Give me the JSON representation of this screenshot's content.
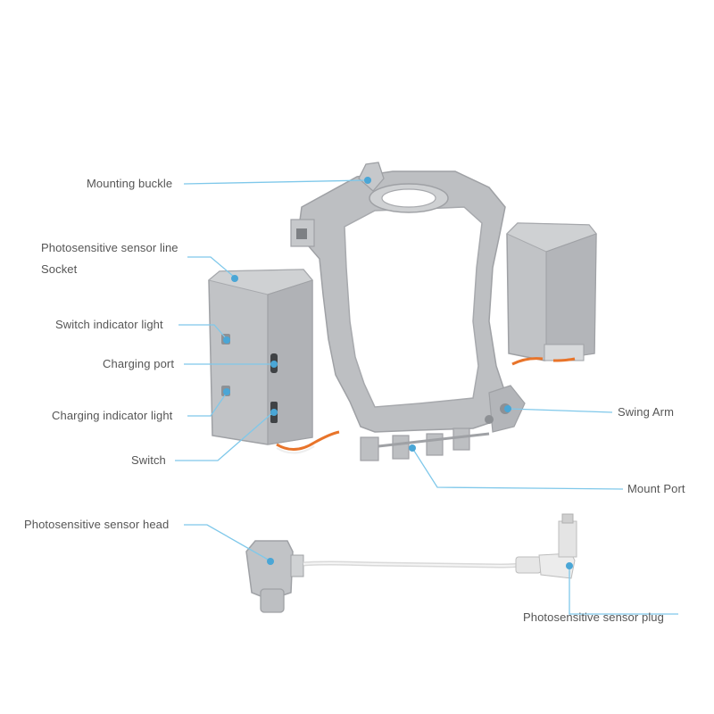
{
  "colors": {
    "leader_line": "#7fc8ea",
    "dot": "#4aa6d6",
    "label": "#555555",
    "body_gray": "#bdbfc2",
    "body_shadow": "#a7a9ad",
    "body_light": "#cfd1d3",
    "cable_orange": "#e8742a",
    "cable_white": "#eeeeee"
  },
  "labels": {
    "mounting_buckle": "Mounting buckle",
    "photosensitive_sensor_line": "Photosensitive sensor line",
    "socket": "Socket",
    "switch_indicator_light": "Switch indicator light",
    "charging_port": "Charging port",
    "charging_indicator_light": "Charging indicator light",
    "switch": "Switch",
    "swing_arm": "Swing Arm",
    "mount_port": "Mount Port",
    "photosensitive_sensor_head": "Photosensitive sensor head",
    "photosensitive_sensor_plug": "Photosensitive sensor plug"
  }
}
